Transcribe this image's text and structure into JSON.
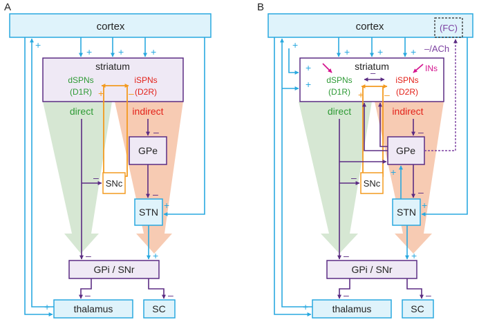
{
  "colors": {
    "cyan": "#29a8df",
    "cyan_fill": "#dff3fb",
    "purple": "#5b2c83",
    "purple_fill": "#efe9f5",
    "orange": "#f39a1f",
    "green": "#2e9a35",
    "red": "#e32119",
    "magenta": "#d4148e",
    "direct_fill": "#d6e7d3",
    "indirect_fill": "#f7cbb3"
  },
  "panelA": {
    "letter": "A",
    "cortex": "cortex",
    "striatum": "striatum",
    "dspn": "dSPNs",
    "d1r": "(D1R)",
    "ispn": "iSPNs",
    "d2r": "(D2R)",
    "direct": "direct",
    "indirect": "indirect",
    "gpe": "GPe",
    "snc": "SNc",
    "stn": "STN",
    "gpi": "GPi / SNr",
    "thalamus": "thalamus",
    "sc": "SC",
    "plus": "+",
    "minus": "–"
  },
  "panelB": {
    "letter": "B",
    "cortex": "cortex",
    "fc": "(FC)",
    "ach": "–/ACh",
    "striatum": "striatum",
    "ins": "INs",
    "dspn": "dSPNs",
    "d1r": "(D1R)",
    "ispn": "iSPNs",
    "d2r": "(D2R)",
    "direct": "direct",
    "indirect": "indirect",
    "gpe": "GPe",
    "snc": "SNc",
    "stn": "STN",
    "gpi": "GPi / SNr",
    "thalamus": "thalamus",
    "sc": "SC",
    "plus": "+",
    "minus": "–"
  }
}
